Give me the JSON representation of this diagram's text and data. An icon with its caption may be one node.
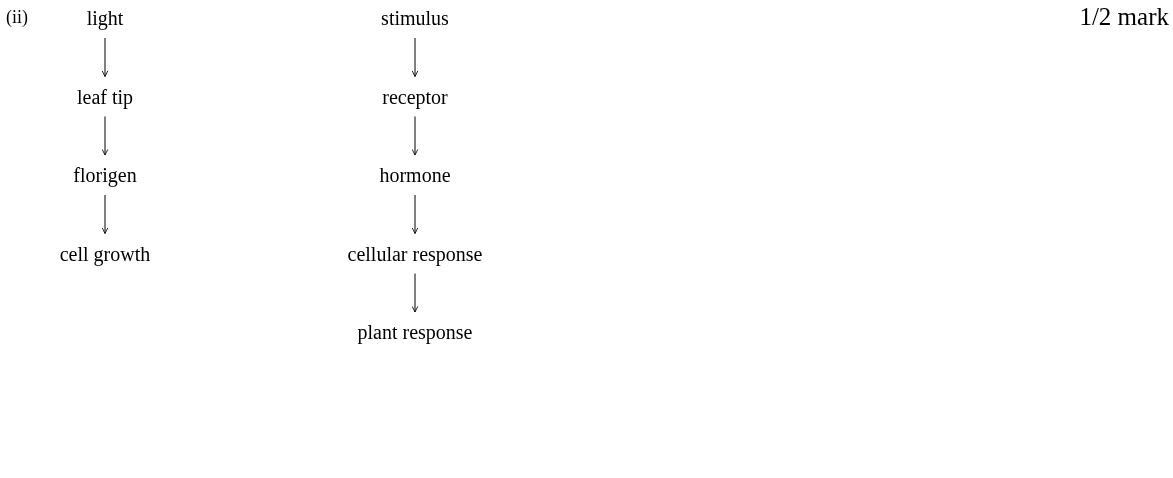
{
  "diagram": {
    "nodes": [
      {
        "text": [
          "light"
        ]
      },
      {
        "text": [
          "leaf tip"
        ]
      },
      {
        "text": [
          "florigen"
        ]
      },
      {
        "text": [
          "cell growth"
        ]
      },
      {
        "text": [
          "stimulus"
        ]
      },
      {
        "text": [
          "receptor"
        ]
      },
      {
        "text": [
          "hormone"
        ]
      },
      {
        "text": [
          "cellular response"
        ]
      },
      {
        "text": [
          "plant response"
        ]
      }
    ],
    "edges": [
      {
        "from": 0,
        "to": 1,
        "arrow": "to"
      },
      {
        "from": 1,
        "to": 2,
        "arrow": "to"
      },
      {
        "from": 2,
        "to": 3,
        "arrow": "to"
      },
      {
        "from": 4,
        "to": 5,
        "arrow": "to"
      },
      {
        "from": 5,
        "to": 6,
        "arrow": "to"
      },
      {
        "from": 6,
        "to": 7,
        "arrow": "to"
      },
      {
        "from": 7,
        "to": 8,
        "arrow": "to"
      }
    ],
    "labels": [
      "(ii)",
      "1/2 mark"
    ]
  }
}
